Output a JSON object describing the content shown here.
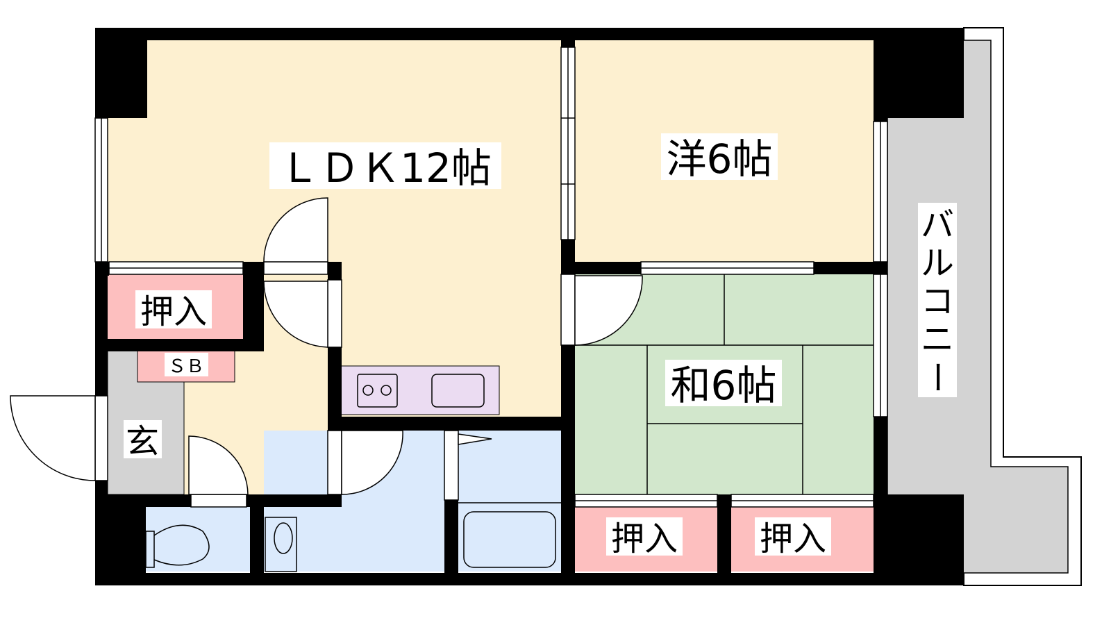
{
  "rooms": {
    "ldk": "ＬＤＫ12帖",
    "western": "洋6帖",
    "japanese": "和6帖",
    "closet_1": "押入",
    "closet_2": "押入",
    "closet_3": "押入",
    "shoe_box": "ＳＢ",
    "entrance": "玄",
    "balcony": [
      "バ",
      "ル",
      "コ",
      "ニ",
      "ー"
    ]
  },
  "colors": {
    "living": "#fdf0d0",
    "tatami": "#d2e7cc",
    "closet": "#fdbfbf",
    "entrance": "#d3d3d3",
    "kitchen": "#ebdcf2",
    "wet_area": "#dbeafc",
    "balcony": "#d3d3d3",
    "wall": "#000000"
  }
}
